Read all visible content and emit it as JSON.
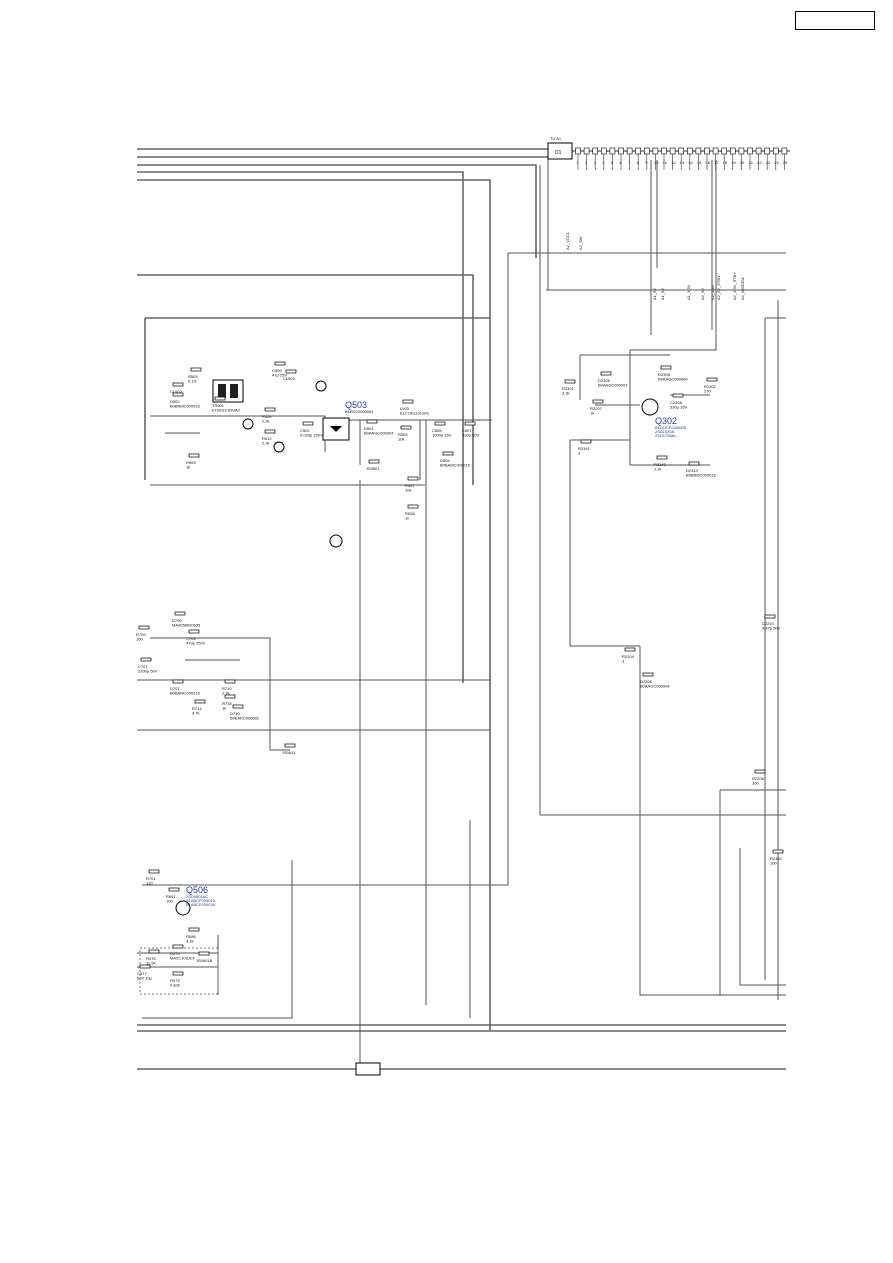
{
  "page_box": "",
  "connector": {
    "name": "D1",
    "type": "TU A1"
  },
  "pins": [
    "1",
    "2",
    "3",
    "4",
    "5",
    "6",
    "7",
    "8",
    "9",
    "10",
    "11",
    "12",
    "13",
    "14",
    "15",
    "16",
    "17",
    "18",
    "19",
    "20",
    "21",
    "22",
    "23",
    "24",
    "25"
  ],
  "ic": [
    {
      "ref": "Q503",
      "part": "B1EE0V000004"
    },
    {
      "ref": "Q506",
      "part": "2SD0601AC",
      "alt1": "B1ABCF000015",
      "alt2": "B1ABCF000026"
    },
    {
      "ref": "Q302",
      "part": "B1GDCFGA0008",
      "alt1": "2SA1530A",
      "alt2": "2SD1758AL"
    }
  ],
  "components": [
    {
      "ref": "R503",
      "value": "0.1Ω"
    },
    {
      "ref": "CL502",
      "value": ""
    },
    {
      "ref": "D502",
      "value": "B0BAMC000015"
    },
    {
      "ref": "TR501",
      "value": "ETB103-6SVA2"
    },
    {
      "ref": "C509",
      "value": "47μ 25V"
    },
    {
      "ref": "CL503",
      "value": ""
    },
    {
      "ref": "R526",
      "value": "2.2k"
    },
    {
      "ref": "R512",
      "value": "2.2k"
    },
    {
      "ref": "C502",
      "value": "0.039μ 250V"
    },
    {
      "ref": "D501",
      "value": "B0AAGC000004"
    },
    {
      "ref": "L503",
      "value": "ELC18G101S01"
    },
    {
      "ref": "R505",
      "value": "10k"
    },
    {
      "ref": "C505",
      "value": "1000p 16V"
    },
    {
      "ref": "C507",
      "value": "330μ 50V"
    },
    {
      "ref": "D505",
      "value": "B0BAMC000015"
    },
    {
      "ref": "R507",
      "value": "10k"
    },
    {
      "ref": "R508",
      "value": "1k"
    },
    {
      "ref": "R509",
      "value": "1k"
    },
    {
      "ref": "JS0601",
      "value": ""
    },
    {
      "ref": "D706",
      "value": "MA4058000035"
    },
    {
      "ref": "C708",
      "value": "470p 250V"
    },
    {
      "ref": "R709",
      "value": "100"
    },
    {
      "ref": "C707",
      "value": "2200μ 50V"
    },
    {
      "ref": "D707",
      "value": "B0BAMC000015"
    },
    {
      "ref": "R716",
      "value": "2.7k"
    },
    {
      "ref": "R714",
      "value": "4.7k"
    },
    {
      "ref": "R718",
      "value": "1k"
    },
    {
      "ref": "D710",
      "value": "B0EAKC000002"
    },
    {
      "ref": "JS0611",
      "value": ""
    },
    {
      "ref": "R701",
      "value": "120"
    },
    {
      "ref": "R597",
      "value": "100"
    },
    {
      "ref": "R598",
      "value": "3.1k"
    },
    {
      "ref": "D575",
      "value": "MA2C103JCF"
    },
    {
      "ref": "R576",
      "value": "11.5k"
    },
    {
      "ref": "R573",
      "value": "0.82k"
    },
    {
      "ref": "C577",
      "value": "50V 10μ"
    },
    {
      "ref": "JS0601B",
      "value": ""
    },
    {
      "ref": "R2301",
      "value": "3.3k"
    },
    {
      "ref": "D2106",
      "value": "B0AAGC000004"
    },
    {
      "ref": "R2207",
      "value": "1k"
    },
    {
      "ref": "D2308",
      "value": "B0AAGC000004"
    },
    {
      "ref": "C2308",
      "value": "330μ 16V"
    },
    {
      "ref": "R2302",
      "value": "270"
    },
    {
      "ref": "R2341",
      "value": "3"
    },
    {
      "ref": "R2342",
      "value": "2.2k"
    },
    {
      "ref": "D2310",
      "value": "B0BAMC000015"
    },
    {
      "ref": "R2204",
      "value": "3"
    },
    {
      "ref": "D2206",
      "value": "B0AAGC000004"
    },
    {
      "ref": "C2240",
      "value": "0.47μ 50V"
    },
    {
      "ref": "R2206",
      "value": "100"
    },
    {
      "ref": "R2352",
      "value": "100"
    }
  ],
  "nets": [
    "A2_VCC1",
    "A2_SW",
    "A1_6V",
    "A1_9V",
    "A1_3.3V",
    "A2_5V",
    "A2_1.8V",
    "A2_5V_STBY",
    "A2_3.3V_STBY",
    "A2_MODEM"
  ]
}
